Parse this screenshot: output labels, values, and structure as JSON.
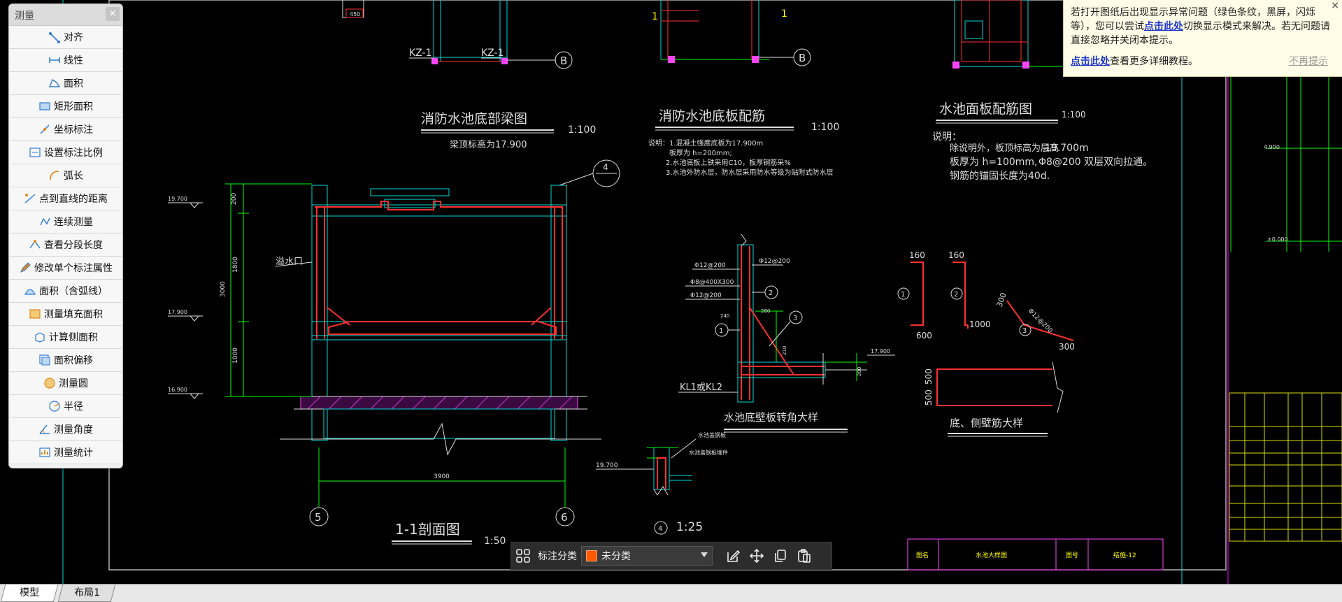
{
  "measure_panel": {
    "title": "测量",
    "close_glyph": "×",
    "items": [
      {
        "label": "对齐",
        "icon": "align-icon"
      },
      {
        "label": "线性",
        "icon": "linear-icon"
      },
      {
        "label": "面积",
        "icon": "area-icon"
      },
      {
        "label": "矩形面积",
        "icon": "rect-area-icon"
      },
      {
        "label": "坐标标注",
        "icon": "coordinate-icon"
      },
      {
        "label": "设置标注比例",
        "icon": "scale-icon"
      },
      {
        "label": "弧长",
        "icon": "arc-length-icon"
      },
      {
        "label": "点到直线的距离",
        "icon": "point-line-distance-icon"
      },
      {
        "label": "连续测量",
        "icon": "continuous-measure-icon"
      },
      {
        "label": "查看分段长度",
        "icon": "segment-length-icon"
      },
      {
        "label": "修改单个标注属性",
        "icon": "edit-annotation-icon"
      },
      {
        "label": "面积（含弧线）",
        "icon": "arc-area-icon"
      },
      {
        "label": "测量填充面积",
        "icon": "fill-area-icon"
      },
      {
        "label": "计算侧面积",
        "icon": "side-area-icon"
      },
      {
        "label": "面积偏移",
        "icon": "area-offset-icon"
      },
      {
        "label": "测量圆",
        "icon": "circle-measure-icon"
      },
      {
        "label": "半径",
        "icon": "radius-icon"
      },
      {
        "label": "测量角度",
        "icon": "angle-icon"
      },
      {
        "label": "测量统计",
        "icon": "statistics-icon"
      }
    ]
  },
  "notice": {
    "text_1": "若打开图纸后出现显示异常问题（绿色条纹，黑屏，闪烁等），您可以尝试",
    "link_1": "点击此处",
    "text_2": "切换显示模式来解决。若无问题请直接忽略并关闭本提示。",
    "link_2": "点击此处",
    "text_3": "查看更多详细教程。",
    "dismiss": "不再提示",
    "close_glyph": "×"
  },
  "annotation_bar": {
    "category_label": "标注分类",
    "selected_category": "未分类",
    "swatch_color": "#ff5a00"
  },
  "tabs": {
    "model": "模型",
    "layout": "布局1"
  },
  "drawing": {
    "title_beam": "消防水池底部梁图",
    "scale_beam": "1:100",
    "beam_note": "梁顶标高为17.900",
    "title_base_rebar": "消防水池底板配筋",
    "scale_base_rebar": "1:100",
    "base_notes": [
      "说明：1.混凝土强度底板为17.900m",
      "板厚为 h=200mm;",
      "2.水池底板上铁采用C10，板厚钢筋采%",
      "3.水池外防水层，防水层采用防水等级为贴附式防水层"
    ],
    "title_top_rebar": "水池面板配筋图",
    "scale_top_rebar": "1:100",
    "top_notes_label": "说明：",
    "top_notes": [
      "除说明外，板顶标高为层高",
      "板厚为 h=100mm,",
      "钢筋的锚固长度为40d."
    ],
    "top_elevation": "19.700m",
    "top_rebar": "Φ8@200 双层双向拉通。",
    "kz1_a": "KZ-1",
    "kz1_b": "KZ-1",
    "axis_b": "B",
    "axis_1": "1",
    "axis_4": "4",
    "axis_5": "5",
    "axis_6": "6",
    "section_title": "1-1剖面图",
    "section_scale": "1:50",
    "dim_3900": "3900",
    "dim_200": "200",
    "dim_1800": "1800",
    "dim_3000": "3000",
    "dim_1000": "1000",
    "elev_19700": "19.700",
    "elev_17900": "17.900",
    "elev_16900": "16.900",
    "pipe_label": "溢水口",
    "corner_title": "水池底壁板转角大样",
    "beam_kl": "KL1或KL2",
    "rebar_a": "Φ12@200",
    "rebar_b": "Φ12@200",
    "rebar_c": "Φ8@400X300",
    "rebar_d": "Φ12@200",
    "dim_240": "240",
    "dim_210": "210",
    "dim_280": "280",
    "elev_corner": "17.900",
    "circle_1": "1",
    "circle_2": "2",
    "circle_3": "3",
    "bar_160a": "160",
    "bar_160b": "160",
    "bar_600": "600",
    "bar_1000": "1000",
    "bar_300a": "300",
    "bar_300b": "300",
    "bar_rebar": "Φ12@200",
    "bar_500a": "500",
    "bar_500b": "500",
    "wall_title": "底、侧壁筋大样",
    "detail_title": "4",
    "detail_scale": "1:25",
    "detail_elev": "19.700",
    "detail_label1": "水池盖钢板",
    "detail_label2": "水池盖钢板埋件",
    "title_block_name_label": "图名",
    "title_block_name": "水池大样图",
    "title_block_no_label": "图号",
    "title_block_no": "结施-12",
    "right_elev_1": "4.900",
    "right_elev_2": "±0.000"
  }
}
